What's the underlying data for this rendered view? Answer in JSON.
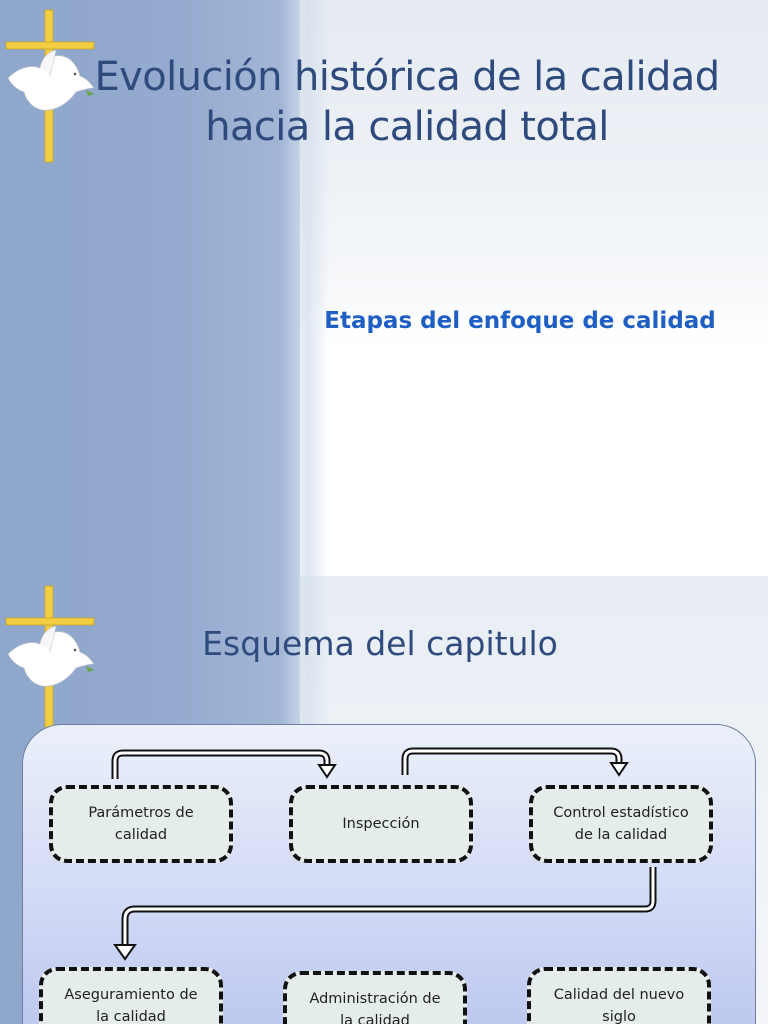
{
  "slide1": {
    "title": "Evolución histórica de la calidad hacia la calidad total",
    "subtitle": "Etapas del enfoque de calidad"
  },
  "slide2": {
    "title": "Esquema del capitulo",
    "boxes": [
      "Parámetros de\ncalidad",
      "Inspección",
      "Control estadístico\nde la calidad",
      "Aseguramiento de\nla calidad",
      "Administración de\nla calidad",
      "Calidad del nuevo\nsiglo"
    ]
  },
  "colors": {
    "title": "#2f4a7c",
    "subtitle": "#1f5fc4",
    "left_band": "#94aace",
    "cross": "#f1cd42",
    "panel": "#cdd6f4",
    "box_fill": "#e4ecec"
  },
  "icons": [
    "cross-icon",
    "dove-icon"
  ]
}
